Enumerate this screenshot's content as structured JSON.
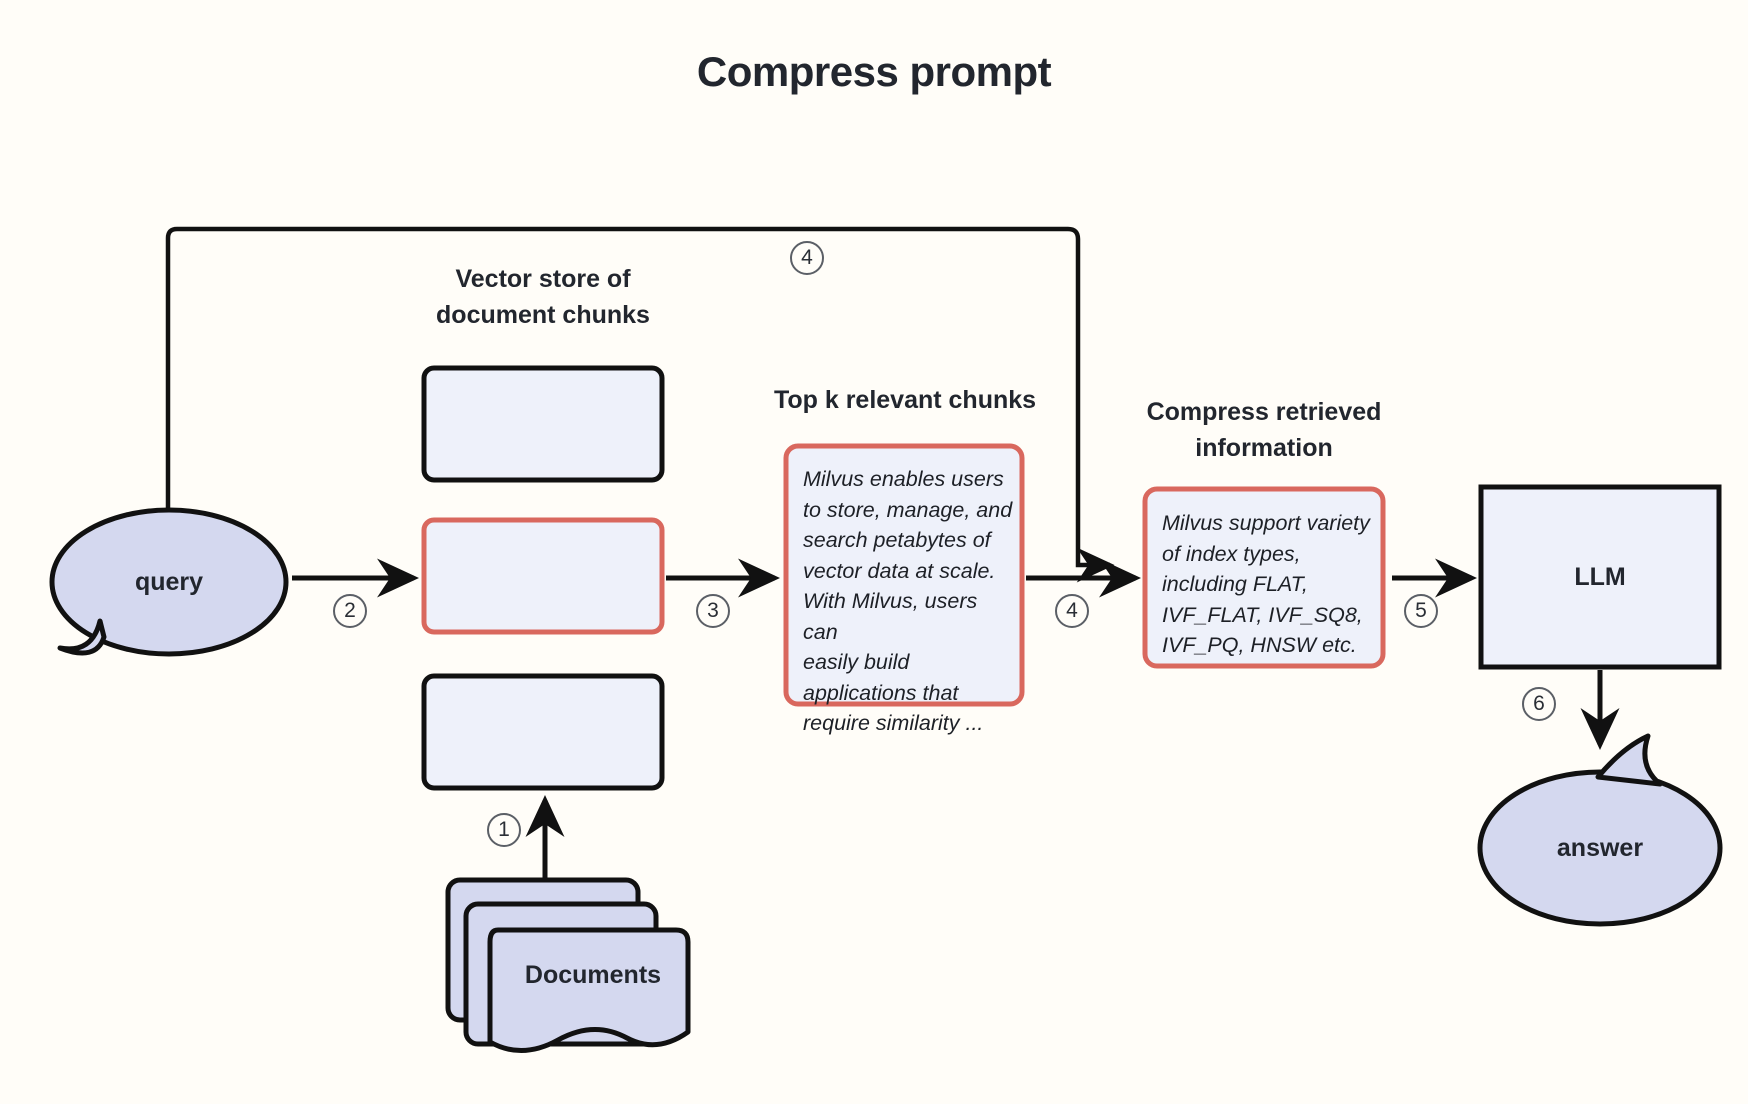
{
  "diagram": {
    "title": "Compress prompt",
    "background_color": "#fffdf8",
    "accent_red": "#d9685e",
    "bubble_fill": "#d4d8ef",
    "box_fill": "#eef1fa",
    "stroke": "#111111"
  },
  "headings": {
    "vector_store": "Vector store of\ndocument chunks",
    "top_k": "Top k relevant chunks",
    "compress": "Compress retrieved\ninformation"
  },
  "nodes": {
    "query": "query",
    "answer": "answer",
    "documents": "Documents",
    "llm": "LLM"
  },
  "chunks": {
    "retrieved_text": "Milvus enables users\nto store, manage, and\nsearch petabytes of\nvector data at scale.\nWith Milvus, users can\neasily build\napplications that\nrequire similarity ...",
    "compressed_text": "Milvus support variety\nof index types,\nincluding FLAT,\nIVF_FLAT, IVF_SQ8,\nIVF_PQ, HNSW etc."
  },
  "steps": {
    "s1": "1",
    "s2": "2",
    "s3": "3",
    "s4_top": "4",
    "s4_mid": "4",
    "s5": "5",
    "s6": "6"
  },
  "vector_store_slots": [
    {
      "id": "slot-top",
      "highlighted": false
    },
    {
      "id": "slot-middle",
      "highlighted": true
    },
    {
      "id": "slot-bottom",
      "highlighted": false
    }
  ]
}
